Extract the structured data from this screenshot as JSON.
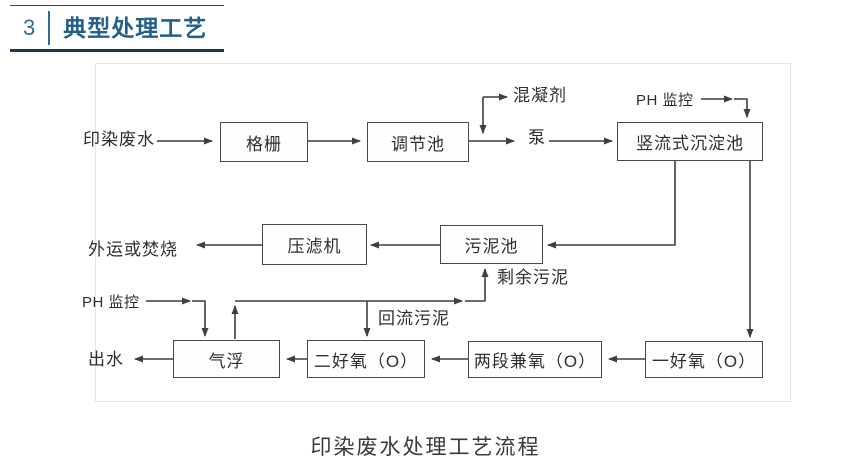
{
  "header": {
    "number": "3",
    "title": "典型处理工艺"
  },
  "caption": "印染废水处理工艺流程",
  "flowchart": {
    "nodes": [
      {
        "id": "grid-screen",
        "label": "格栅"
      },
      {
        "id": "regulating-tank",
        "label": "调节池"
      },
      {
        "id": "vertical-sedimentation",
        "label": "竖流式沉淀池"
      },
      {
        "id": "filter-press",
        "label": "压滤机"
      },
      {
        "id": "sludge-tank",
        "label": "污泥池"
      },
      {
        "id": "air-flotation",
        "label": "气浮"
      },
      {
        "id": "second-aerobic",
        "label": "二好氧（O）"
      },
      {
        "id": "two-stage-facultative",
        "label": "两段兼氧（O）"
      },
      {
        "id": "first-aerobic",
        "label": "一好氧（O）"
      }
    ],
    "labels": [
      {
        "id": "dyeing-wastewater",
        "text": "印染废水"
      },
      {
        "id": "coagulant",
        "text": "混凝剂"
      },
      {
        "id": "pump",
        "text": "泵"
      },
      {
        "id": "ph-monitor-top",
        "text": "PH 监控"
      },
      {
        "id": "transport-or-burn",
        "text": "外运或焚烧"
      },
      {
        "id": "excess-sludge",
        "text": "剩余污泥"
      },
      {
        "id": "ph-monitor-left",
        "text": "PH 监控"
      },
      {
        "id": "return-sludge",
        "text": "回流污泥"
      },
      {
        "id": "effluent",
        "text": "出水"
      }
    ]
  },
  "colors": {
    "header_accent": "#2e6e96",
    "header_title": "#235f88",
    "header_rule": "#16395c",
    "line": "#3f3f3f",
    "figure_border": "#e4e4e4"
  }
}
